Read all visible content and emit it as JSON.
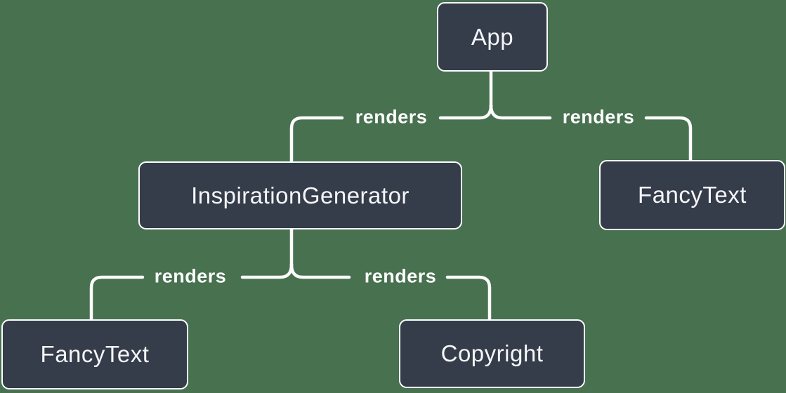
{
  "diagram": {
    "title": "react-render-tree",
    "colors": {
      "background": "#47714f",
      "node_fill": "#353c4a",
      "node_border": "#fdfdfe",
      "node_text": "#f4f5f7",
      "line": "#fdfdfe"
    },
    "nodes": [
      {
        "id": "app",
        "label": "App"
      },
      {
        "id": "inspiration-generator",
        "label": "InspirationGenerator"
      },
      {
        "id": "fancy-text-right",
        "label": "FancyText"
      },
      {
        "id": "fancy-text-left",
        "label": "FancyText"
      },
      {
        "id": "copyright",
        "label": "Copyright"
      }
    ],
    "edges": [
      {
        "from": "App",
        "to": "InspirationGenerator",
        "label": "renders"
      },
      {
        "from": "App",
        "to": "FancyText",
        "label": "renders"
      },
      {
        "from": "InspirationGenerator",
        "to": "FancyText",
        "label": "renders"
      },
      {
        "from": "InspirationGenerator",
        "to": "Copyright",
        "label": "renders"
      }
    ]
  }
}
